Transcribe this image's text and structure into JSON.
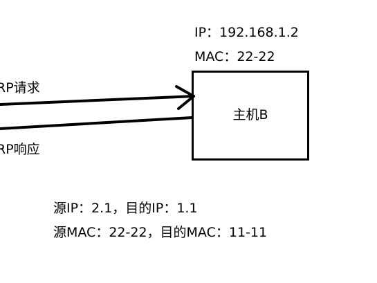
{
  "host": {
    "ip": "IP：192.168.1.2",
    "mac": "MAC：22-22",
    "label": "主机B"
  },
  "arrows": {
    "request_label": "ARP请求",
    "response_label": "ARP响应"
  },
  "packet": {
    "ip_line": "源IP：2.1，目的IP：1.1",
    "mac_line": "源MAC：22-22，目的MAC：11-11"
  },
  "colors": {
    "stroke": "#000000",
    "background": "#ffffff"
  }
}
